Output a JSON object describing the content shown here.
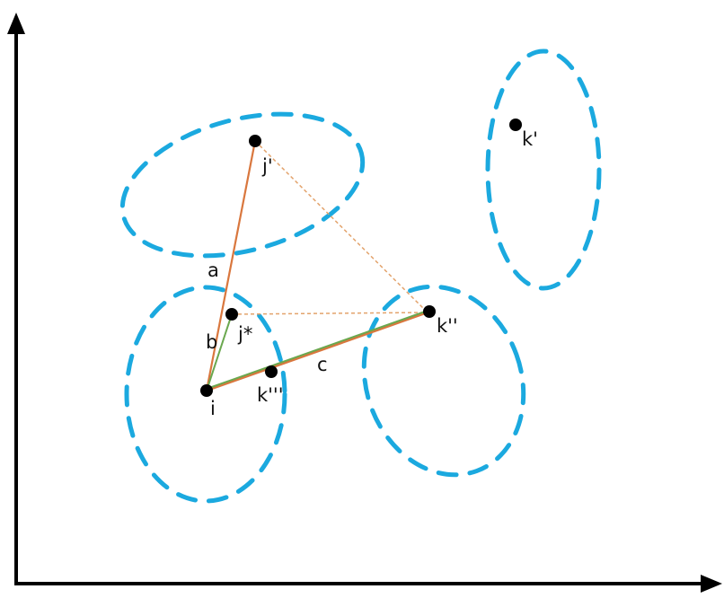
{
  "colors": {
    "axis": "#000000",
    "cluster": "#1ba9df",
    "point": "#000000",
    "orange": "#d9773e",
    "green": "#6aa84f",
    "dotted": "#e3a36c",
    "background": "#ffffff"
  },
  "points": {
    "j_prime": "j'",
    "k_prime": "k'",
    "j_star": "j*",
    "k_double_prime": "k''",
    "i": "i",
    "k_triple_prime": "k'''"
  },
  "edges": {
    "a": "a",
    "b": "b",
    "c": "c"
  }
}
